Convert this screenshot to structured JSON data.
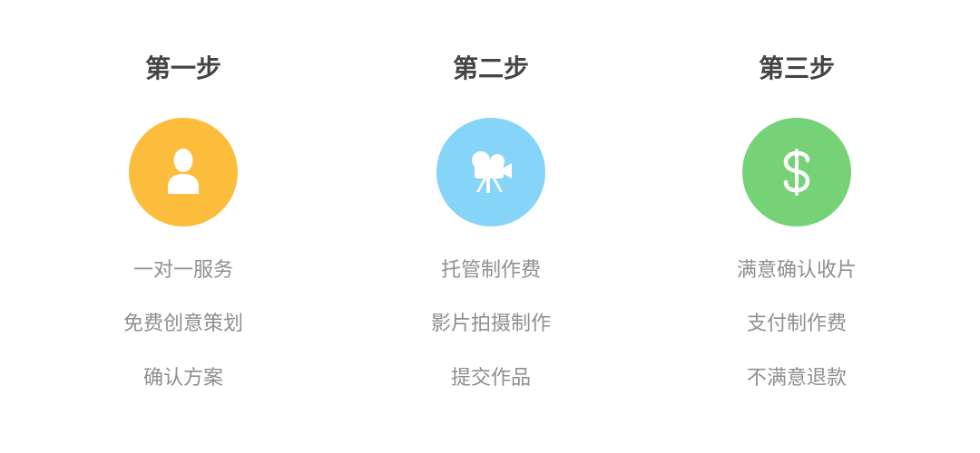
{
  "colors": {
    "title": "#444444",
    "text": "#8f8f8f",
    "step1_circle": "#fcbd3d",
    "step2_circle": "#86d4f8",
    "step3_circle": "#76d277",
    "icon": "#ffffff"
  },
  "steps": [
    {
      "title": "第一步",
      "icon": "user-icon",
      "items": [
        "一对一服务",
        "免费创意策划",
        "确认方案"
      ]
    },
    {
      "title": "第二步",
      "icon": "video-camera-icon",
      "items": [
        "托管制作费",
        "影片拍摄制作",
        "提交作品"
      ]
    },
    {
      "title": "第三步",
      "icon": "dollar-icon",
      "items": [
        "满意确认收片",
        "支付制作费",
        "不满意退款"
      ]
    }
  ]
}
